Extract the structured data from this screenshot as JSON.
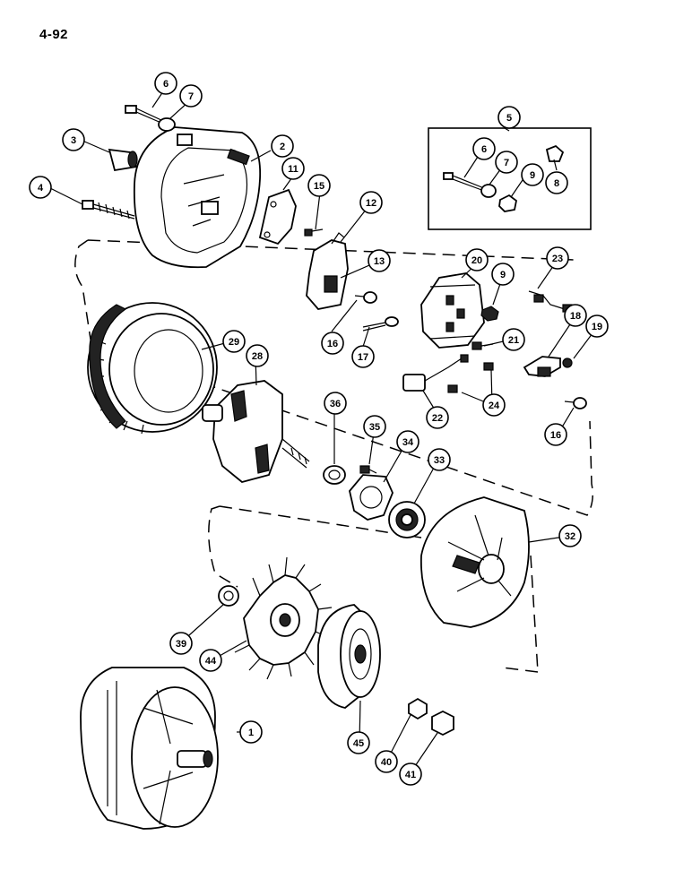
{
  "page": {
    "number": "4-92"
  },
  "callouts": [
    {
      "id": "c1",
      "label": "1"
    },
    {
      "id": "c2",
      "label": "2"
    },
    {
      "id": "c3",
      "label": "3"
    },
    {
      "id": "c4",
      "label": "4"
    },
    {
      "id": "c5",
      "label": "5"
    },
    {
      "id": "c6a",
      "label": "6"
    },
    {
      "id": "c7a",
      "label": "7"
    },
    {
      "id": "c6b",
      "label": "6"
    },
    {
      "id": "c7b",
      "label": "7"
    },
    {
      "id": "c8",
      "label": "8"
    },
    {
      "id": "c9a",
      "label": "9"
    },
    {
      "id": "c9b",
      "label": "9"
    },
    {
      "id": "c11",
      "label": "11"
    },
    {
      "id": "c12",
      "label": "12"
    },
    {
      "id": "c13",
      "label": "13"
    },
    {
      "id": "c15",
      "label": "15"
    },
    {
      "id": "c16a",
      "label": "16"
    },
    {
      "id": "c16b",
      "label": "16"
    },
    {
      "id": "c17",
      "label": "17"
    },
    {
      "id": "c18",
      "label": "18"
    },
    {
      "id": "c19",
      "label": "19"
    },
    {
      "id": "c20",
      "label": "20"
    },
    {
      "id": "c21",
      "label": "21"
    },
    {
      "id": "c22",
      "label": "22"
    },
    {
      "id": "c23",
      "label": "23"
    },
    {
      "id": "c24",
      "label": "24"
    },
    {
      "id": "c28",
      "label": "28"
    },
    {
      "id": "c29",
      "label": "29"
    },
    {
      "id": "c32",
      "label": "32"
    },
    {
      "id": "c33",
      "label": "33"
    },
    {
      "id": "c34",
      "label": "34"
    },
    {
      "id": "c35",
      "label": "35"
    },
    {
      "id": "c36",
      "label": "36"
    },
    {
      "id": "c39",
      "label": "39"
    },
    {
      "id": "c40",
      "label": "40"
    },
    {
      "id": "c41",
      "label": "41"
    },
    {
      "id": "c44",
      "label": "44"
    },
    {
      "id": "c45",
      "label": "45"
    }
  ]
}
